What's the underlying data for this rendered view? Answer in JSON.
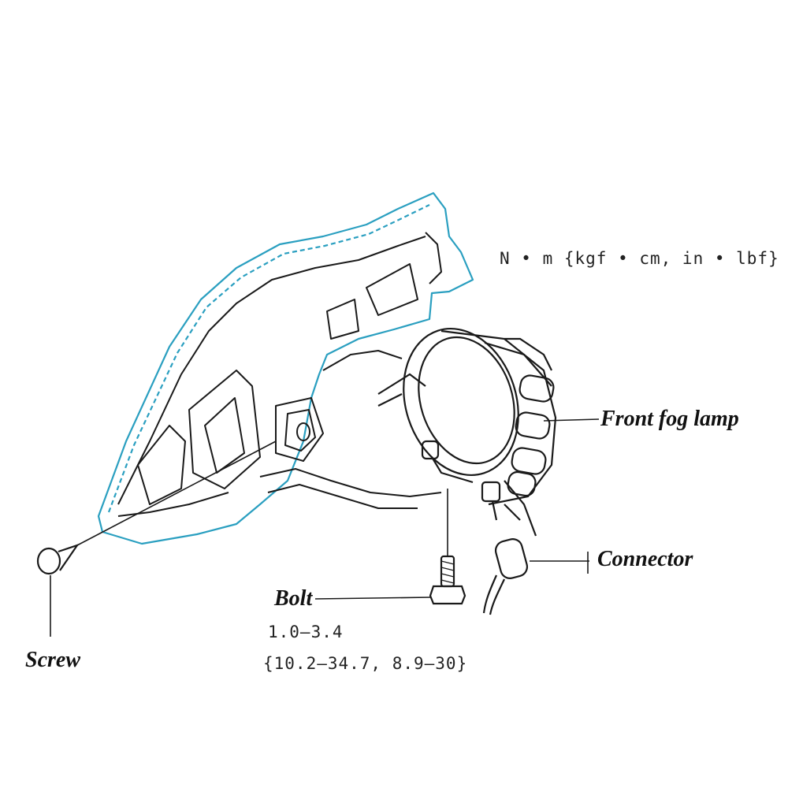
{
  "units_note": "N • m {kgf • cm, in • lbf}",
  "labels": {
    "front_fog_lamp": "Front fog lamp",
    "connector": "Connector",
    "bolt": "Bolt",
    "screw": "Screw"
  },
  "bolt_torque": {
    "nm": "1.0—3.4",
    "kgf_in": "{10.2—34.7, 8.9—30}"
  },
  "colors": {
    "line_art": "#1a1a1a",
    "housing_outline": "#2a9fc0",
    "text": "#111111"
  }
}
